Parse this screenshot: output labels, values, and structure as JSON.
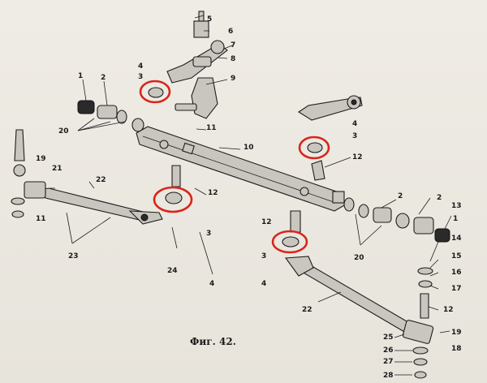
{
  "caption": "Фиг. 42.",
  "labels": [
    {
      "id": "l5",
      "text": "5"
    },
    {
      "id": "l6",
      "text": "6"
    },
    {
      "id": "l7",
      "text": "7"
    },
    {
      "id": "l8",
      "text": "8"
    },
    {
      "id": "l9",
      "text": "9"
    },
    {
      "id": "l4a",
      "text": "4"
    },
    {
      "id": "l3a",
      "text": "3"
    },
    {
      "id": "l1a",
      "text": "1"
    },
    {
      "id": "l2a",
      "text": "2"
    },
    {
      "id": "l20a",
      "text": "20"
    },
    {
      "id": "l11a",
      "text": "11"
    },
    {
      "id": "l10",
      "text": "10"
    },
    {
      "id": "l4b",
      "text": "4"
    },
    {
      "id": "l3b",
      "text": "3"
    },
    {
      "id": "l12a",
      "text": "12"
    },
    {
      "id": "l19a",
      "text": "19"
    },
    {
      "id": "l21",
      "text": "21"
    },
    {
      "id": "l22a",
      "text": "22"
    },
    {
      "id": "l12b",
      "text": "12"
    },
    {
      "id": "l11b",
      "text": "11"
    },
    {
      "id": "l23",
      "text": "23"
    },
    {
      "id": "l24",
      "text": "24"
    },
    {
      "id": "l3c",
      "text": "3"
    },
    {
      "id": "l4c",
      "text": "4"
    },
    {
      "id": "l2b",
      "text": "2"
    },
    {
      "id": "l2c",
      "text": "2"
    },
    {
      "id": "l13",
      "text": "13"
    },
    {
      "id": "l1b",
      "text": "1"
    },
    {
      "id": "l12c",
      "text": "12"
    },
    {
      "id": "l20b",
      "text": "20"
    },
    {
      "id": "l14",
      "text": "14"
    },
    {
      "id": "l15",
      "text": "15"
    },
    {
      "id": "l3d",
      "text": "3"
    },
    {
      "id": "l4d",
      "text": "4"
    },
    {
      "id": "l16",
      "text": "16"
    },
    {
      "id": "l17",
      "text": "17"
    },
    {
      "id": "l22b",
      "text": "22"
    },
    {
      "id": "l12d",
      "text": "12"
    },
    {
      "id": "l19b",
      "text": "19"
    },
    {
      "id": "l25",
      "text": "25"
    },
    {
      "id": "l18",
      "text": "18"
    },
    {
      "id": "l26",
      "text": "26"
    },
    {
      "id": "l27",
      "text": "27"
    },
    {
      "id": "l28",
      "text": "28"
    }
  ],
  "colors": {
    "highlight": "#d8261c",
    "ink": "#1d1d1d",
    "paper": "#ebe8e1"
  }
}
